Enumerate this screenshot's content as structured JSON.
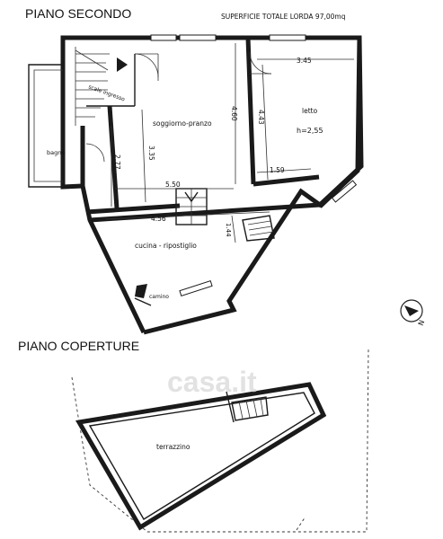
{
  "titles": {
    "floor_second": "PIANO SECONDO",
    "total_area": "SUPERFICIE TOTALE LORDA 97,00mq",
    "floor_roofs": "PIANO COPERTURE"
  },
  "rooms": {
    "stairs_entry": "scale ingresso",
    "living": "soggiorno-pranzo",
    "bedroom": "letto",
    "height": "h=2,55",
    "bathroom": "bagno",
    "kitchen": "cucina - ripostiglio",
    "fireplace": "camino",
    "terrace": "terrazzino"
  },
  "dimensions": {
    "bedroom_width": "3.45",
    "living_depth": "4.60",
    "bedroom_depth": "4.43",
    "living_width": "5.50",
    "stair_depth": "3.35",
    "bath_depth": "2.77",
    "bedroom_bottom": "1.59",
    "kitchen_width": "4.56",
    "kitchen_stair": "1.44"
  },
  "compass": {
    "label": "N"
  },
  "watermark": "casa.it"
}
